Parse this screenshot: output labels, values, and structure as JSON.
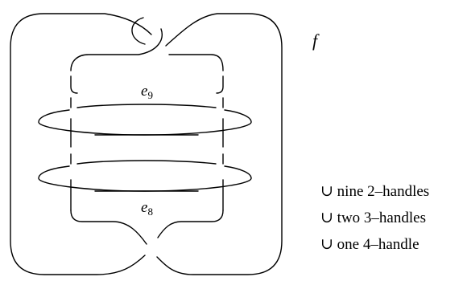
{
  "framing_label": "f",
  "components": [
    {
      "id": "e9",
      "letter": "e",
      "subscript": "9"
    },
    {
      "id": "e8",
      "letter": "e",
      "subscript": "8"
    }
  ],
  "handle_lines": [
    "∪ nine 2–handles",
    "∪ two 3–handles",
    "∪ one 4–handle"
  ]
}
